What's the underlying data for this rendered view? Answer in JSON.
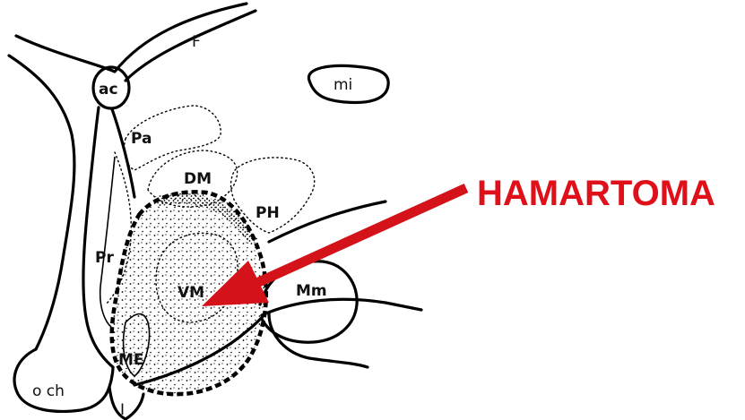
{
  "labels": {
    "f": "F",
    "mi": "mi",
    "ac": "ac",
    "pa": "Pa",
    "dm": "DM",
    "ph": "PH",
    "pr": "Pr",
    "vm": "VM",
    "mm": "Mm",
    "me": "ME",
    "och": "o ch",
    "i": "I"
  },
  "callout": {
    "text": "HAMARTOMA",
    "color": "#e0101a"
  },
  "colors": {
    "lines": "#000000",
    "lesion_stipple": "#000000",
    "arrow": "#d3121a"
  }
}
